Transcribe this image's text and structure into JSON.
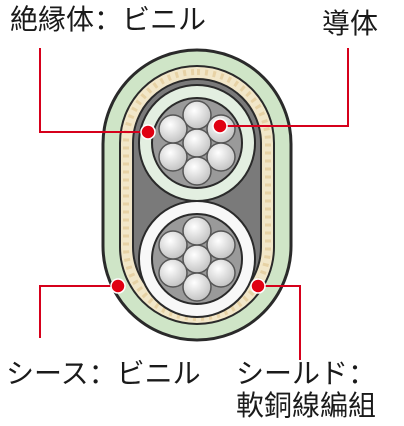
{
  "labels": {
    "insulation": "絶縁体：ビニル",
    "conductor": "導体",
    "sheath": "シース：ビニル",
    "shield_line1": "シールド：",
    "shield_line2": "軟銅線編組"
  },
  "colors": {
    "sheath_fill": "#cfe5c7",
    "sheath_outline": "#2a2a2a",
    "shield_braid": "#f2e7c9",
    "shield_dots": "#e7d2a5",
    "core_fill": "#7a7a7a",
    "insulation_fill": "#e3efe1",
    "strand_fill": "#d9d9d9",
    "marker_red": "#e00012",
    "leader_red": "#d6001b"
  }
}
